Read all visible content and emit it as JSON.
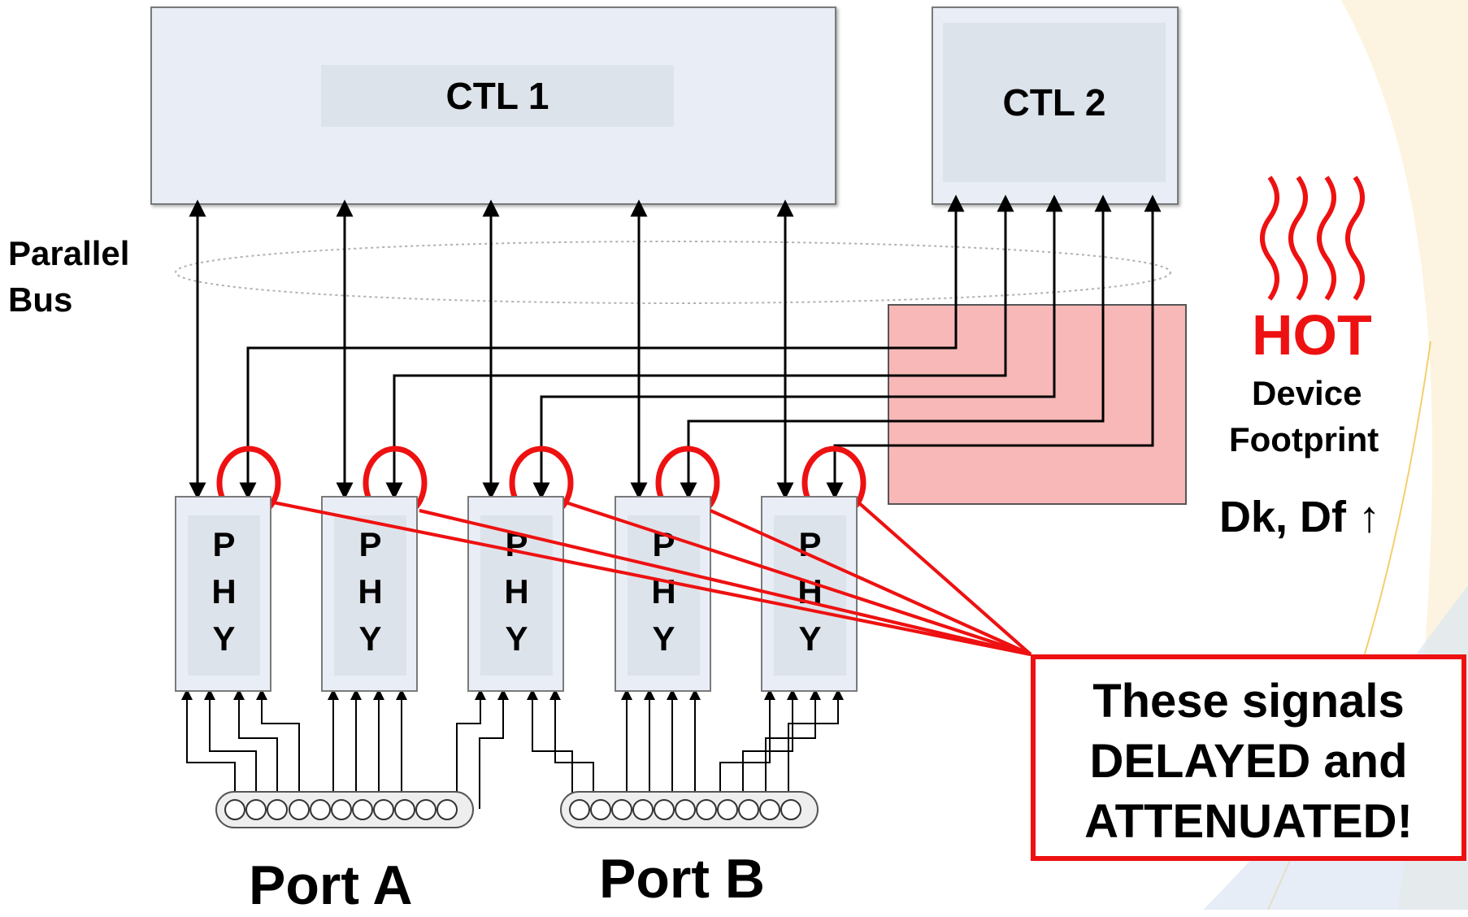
{
  "ctl1": {
    "label": "CTL  1"
  },
  "ctl2": {
    "label": "CTL   2"
  },
  "parallel_bus": {
    "line1": "Parallel",
    "line2": "Bus"
  },
  "phy": {
    "letters": [
      "P",
      "H",
      "Y"
    ],
    "count": 5
  },
  "ports": {
    "a": "Port A",
    "b": "Port B"
  },
  "hot": {
    "title": "HOT",
    "line1": "Device",
    "line2": "Footprint",
    "dk_df": "Dk, Df ↑"
  },
  "callout": {
    "line1": "These signals",
    "line2": "DELAYED and",
    "line3": "ATTENUATED!"
  },
  "colors": {
    "red": "#ee1111",
    "hot_zone": "#f8b8b8",
    "box_fill": "#e9eef6",
    "box_inner": "#dde3ea",
    "accent_gold": "#f2c24a"
  }
}
